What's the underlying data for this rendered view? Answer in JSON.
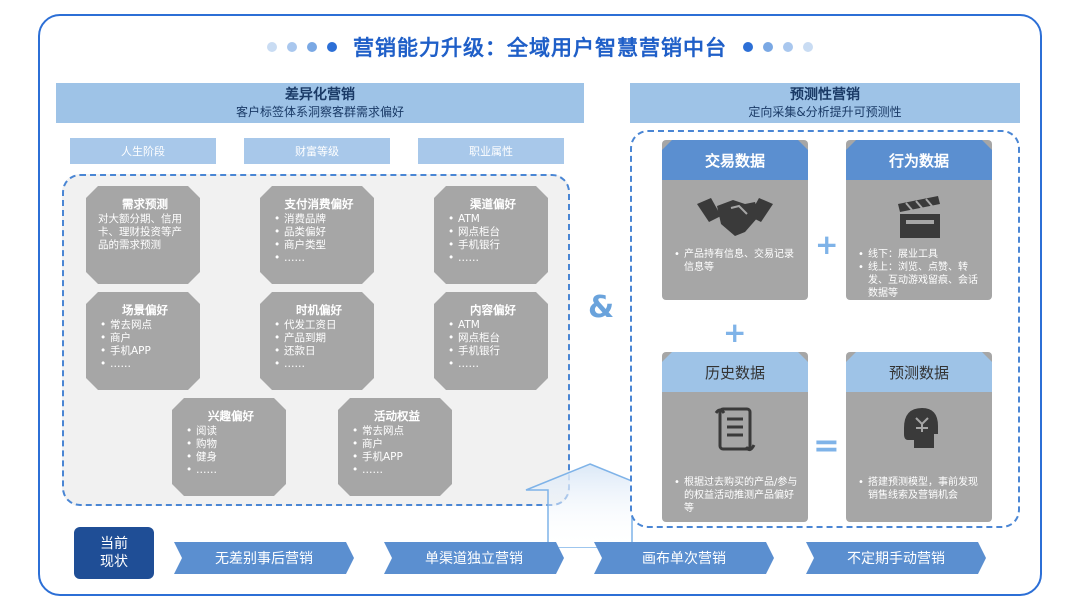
{
  "title": "营销能力升级：全域用户智慧营销中台",
  "colors": {
    "accent": "#1f5fc8",
    "frame": "#2c6fd6",
    "card_gray": "#a6a6a6",
    "header_blue": "#9ec3e7",
    "bar_blue": "#5b8fd0",
    "badge_navy": "#1f4e96"
  },
  "left": {
    "heading": "差异化营销",
    "subheading": "客户标签体系洞察客群需求偏好",
    "tags": [
      "人生阶段",
      "财富等级",
      "职业属性"
    ],
    "cards": [
      {
        "title": "需求预测",
        "desc": "对大额分期、信用卡、理财投资等产品的需求预测",
        "items": []
      },
      {
        "title": "支付消费偏好",
        "desc": "",
        "items": [
          "消费品牌",
          "品类偏好",
          "商户类型",
          "……"
        ]
      },
      {
        "title": "渠道偏好",
        "desc": "",
        "items": [
          "ATM",
          "网点柜台",
          "手机银行",
          "……"
        ]
      },
      {
        "title": "场景偏好",
        "desc": "",
        "items": [
          "常去网点",
          "商户",
          "手机APP",
          "……"
        ]
      },
      {
        "title": "时机偏好",
        "desc": "",
        "items": [
          "代发工资日",
          "产品到期",
          "还款日",
          "……"
        ]
      },
      {
        "title": "内容偏好",
        "desc": "",
        "items": [
          "ATM",
          "网点柜台",
          "手机银行",
          "……"
        ]
      },
      {
        "title": "兴趣偏好",
        "desc": "",
        "items": [
          "阅读",
          "购物",
          "健身",
          "……"
        ]
      },
      {
        "title": "活动权益",
        "desc": "",
        "items": [
          "常去网点",
          "商户",
          "手机APP",
          "……"
        ]
      }
    ]
  },
  "connector": "&",
  "right": {
    "heading": "预测性营销",
    "subheading": "定向采集&分析提升可预测性",
    "cards": [
      {
        "title": "交易数据",
        "icon": "handshake-icon",
        "items": [
          "产品持有信息、交易记录信息等"
        ]
      },
      {
        "title": "行为数据",
        "icon": "clapperboard-icon",
        "items": [
          "线下：展业工具",
          "线上：浏览、点赞、转发、互动游戏留痕、会话数据等"
        ]
      },
      {
        "title": "历史数据",
        "icon": "scroll-icon",
        "items": [
          "根据过去购买的产品/参与的权益活动推测产品偏好等"
        ]
      },
      {
        "title": "预测数据",
        "icon": "ai-head-icon",
        "items": [
          "搭建预测模型，事前发现销售线索及营销机会"
        ]
      }
    ],
    "plus": "+",
    "equals": "="
  },
  "status": {
    "badge": [
      "当前",
      "现状"
    ],
    "items": [
      "无差别事后营销",
      "单渠道独立营销",
      "画布单次营销",
      "不定期手动营销"
    ]
  }
}
